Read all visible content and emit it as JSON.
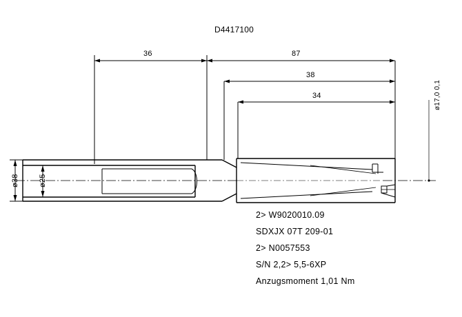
{
  "drawing": {
    "title": "D4417100",
    "dimensions": {
      "top_left_span_label": "36",
      "top_right_span_label": "87",
      "inner_span_1_label": "38",
      "inner_span_2_label": "34",
      "left_outer_diameter_label": "ø38",
      "left_inner_diameter_label": "ø25",
      "right_diameter_label": "ø17,0 0,1"
    },
    "specs": [
      "2> W9020010.09",
      "SDXJX 07T 209-01",
      "2> N0057553",
      "S/N 2,2> 5,5-6XP",
      "Anzugsmoment 1,01 Nm"
    ]
  },
  "colors": {
    "line": "#000000",
    "background": "#ffffff"
  }
}
